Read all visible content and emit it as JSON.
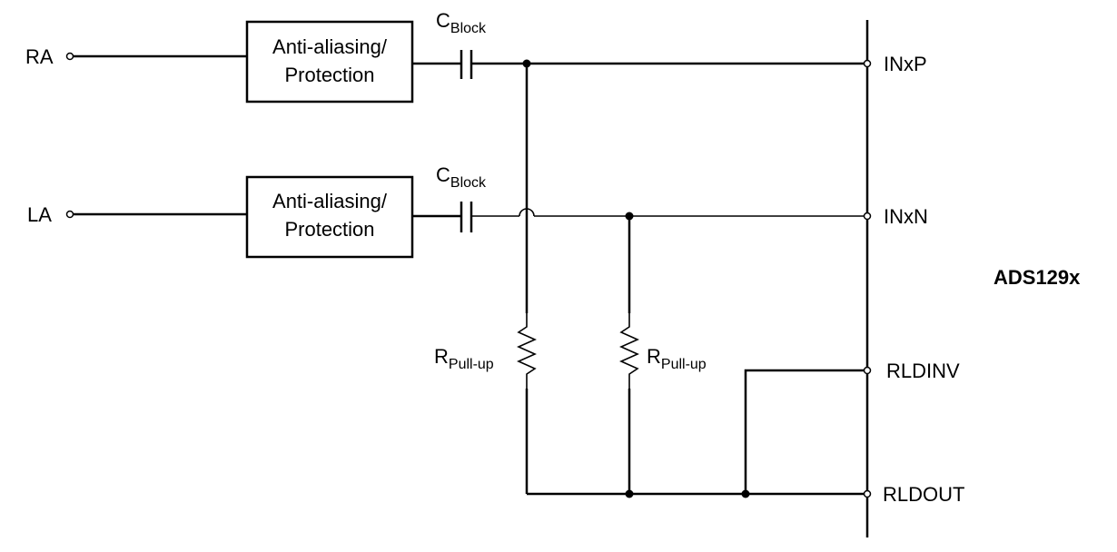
{
  "inputs": {
    "ra": "RA",
    "la": "LA"
  },
  "blocks": {
    "top": {
      "line1": "Anti-aliasing/",
      "line2": "Protection"
    },
    "bottom": {
      "line1": "Anti-aliasing/",
      "line2": "Protection"
    }
  },
  "capacitors": {
    "top": {
      "main": "C",
      "sub": "Block"
    },
    "bottom": {
      "main": "C",
      "sub": "Block"
    }
  },
  "resistors": {
    "left": {
      "main": "R",
      "sub": "Pull-up"
    },
    "right": {
      "main": "R",
      "sub": "Pull-up"
    }
  },
  "pins": {
    "inxp": "INxP",
    "inxn": "INxN",
    "rldinv": "RLDINV",
    "rldout": "RLDOUT"
  },
  "chip": {
    "name": "ADS129x"
  }
}
